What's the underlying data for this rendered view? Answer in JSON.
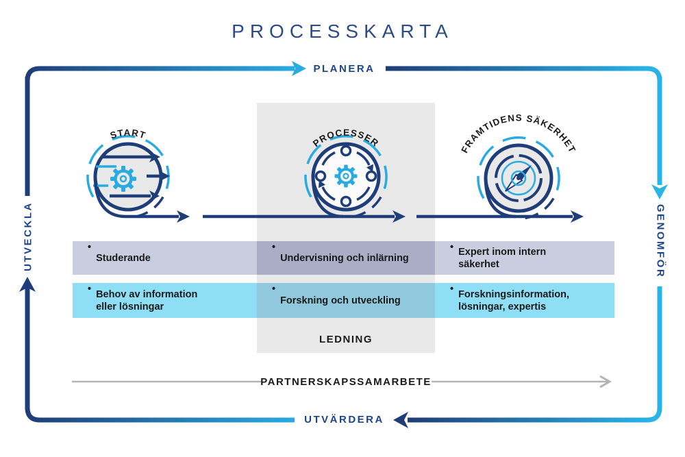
{
  "title": "PROCESSKARTA",
  "bullet": "•",
  "cycle": {
    "top": "PLANERA",
    "right": "GENOMFÖR",
    "bottom": "UTVÄRDERA",
    "left": "UTVECKLA"
  },
  "stages": [
    {
      "label": "START",
      "row1": "Studerande",
      "row2": "Behov av information eller lösningar"
    },
    {
      "label": "PROCESSER",
      "row1": "Undervisning och inlärning",
      "row2": "Forskning och utveckling"
    },
    {
      "label": "FRAMTIDENS SÄKERHET",
      "row1": "Expert inom intern säkerhet",
      "row2": "Forskningsinformation, lösningar, expertis"
    }
  ],
  "middle_column_label": "LEDNING",
  "partnership_label": "PARTNERSKAPSSAMARBETE",
  "colors": {
    "navy": "#1f3d78",
    "navy_text": "#1b4489",
    "cyan": "#29abe2",
    "cyan_right": "#29b4e8",
    "band_lavender": "#c9cde0",
    "band_lavender_shaded": "#a9aec6",
    "band_cyan": "#8edef5",
    "band_cyan_shaded": "#90c9dd",
    "column_gray": "#e9e9e9",
    "circle_gray": "#e9e9e9",
    "line_gray": "#b3b3b3",
    "text_black": "#1a1a1a"
  }
}
